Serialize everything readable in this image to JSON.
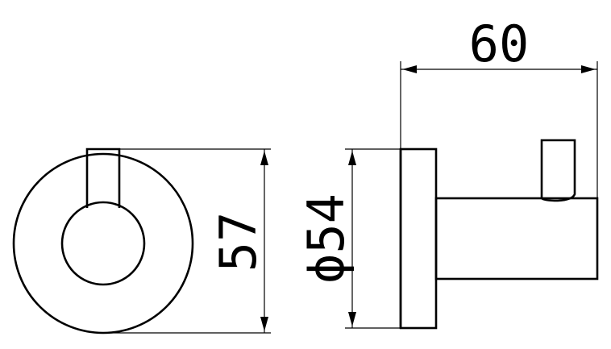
{
  "drawing": {
    "dimensions": {
      "width": "60",
      "height": "57",
      "diameter": "ϕ54"
    }
  }
}
